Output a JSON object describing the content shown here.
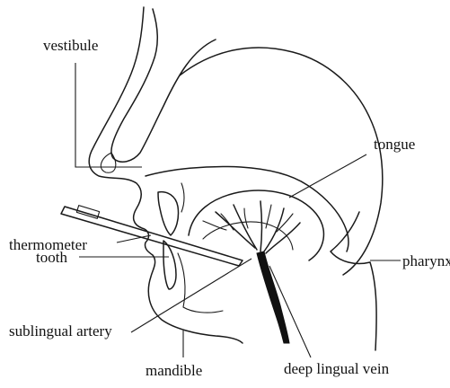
{
  "labels": {
    "vestibule": "vestibule",
    "tongue": "tongue",
    "thermometer": "thermometer",
    "tooth": "tooth",
    "pharynx": "pharynx",
    "sublingual_artery": "sublingual artery",
    "mandible": "mandible",
    "deep_lingual_vein": "deep lingual vein"
  }
}
